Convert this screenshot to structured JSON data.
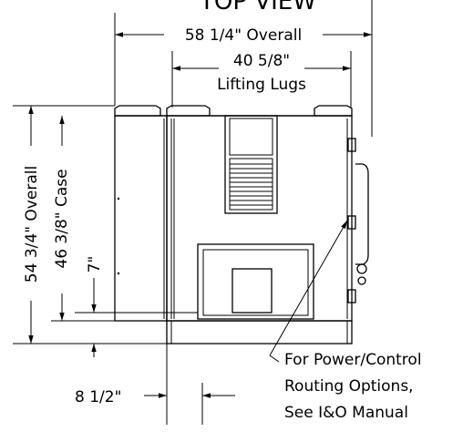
{
  "title": "TOP VIEW",
  "dimensions": {
    "overall_width": "58 1/4\" Overall",
    "lifting_lugs_value": "40 5/8\"",
    "lifting_lugs_label": "Lifting Lugs",
    "overall_height": "54 3/4\" Overall",
    "case_height": "46 3/8\" Case",
    "bottom_gap": "7\"",
    "base_offset": "8 1/2\""
  },
  "note": {
    "line1": "For Power/Control",
    "line2": "Routing Options,",
    "line3": "See I&O Manual"
  }
}
